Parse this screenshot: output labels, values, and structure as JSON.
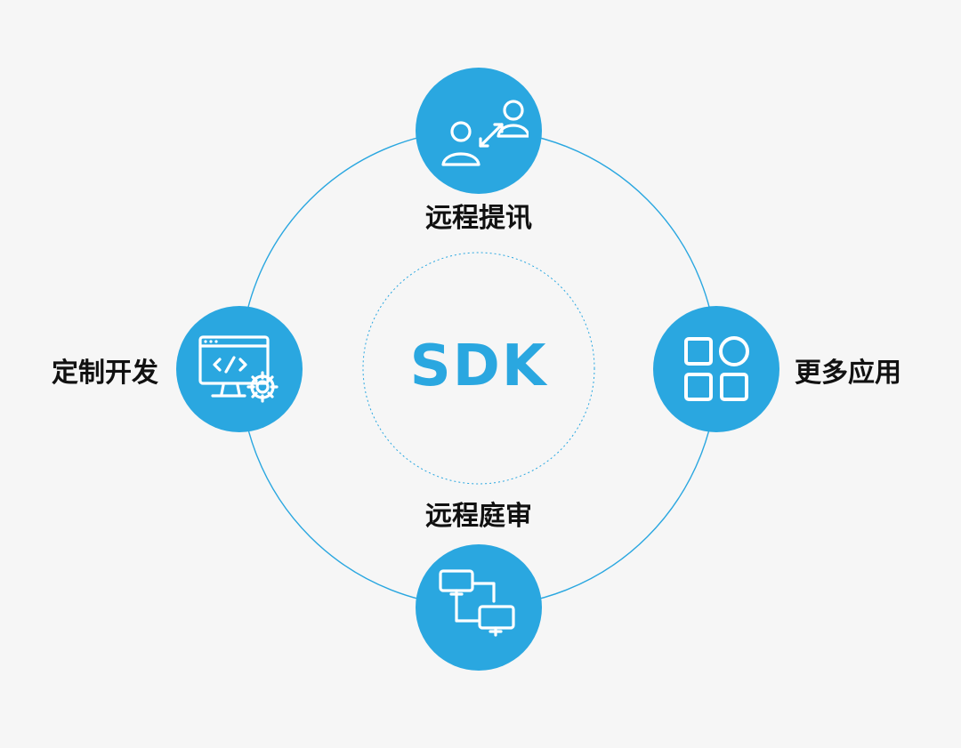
{
  "center": {
    "title": "SDK"
  },
  "nodes": {
    "top": {
      "label": "远程提讯",
      "icon": "remote-communication-icon"
    },
    "left": {
      "label": "定制开发",
      "icon": "custom-development-icon"
    },
    "right": {
      "label": "更多应用",
      "icon": "more-apps-icon"
    },
    "bottom": {
      "label": "远程庭审",
      "icon": "remote-court-icon"
    }
  },
  "colors": {
    "background": "#f6f6f6",
    "accent": "#2aa7e0",
    "text": "#111111",
    "ring": "#2aa7e0"
  }
}
